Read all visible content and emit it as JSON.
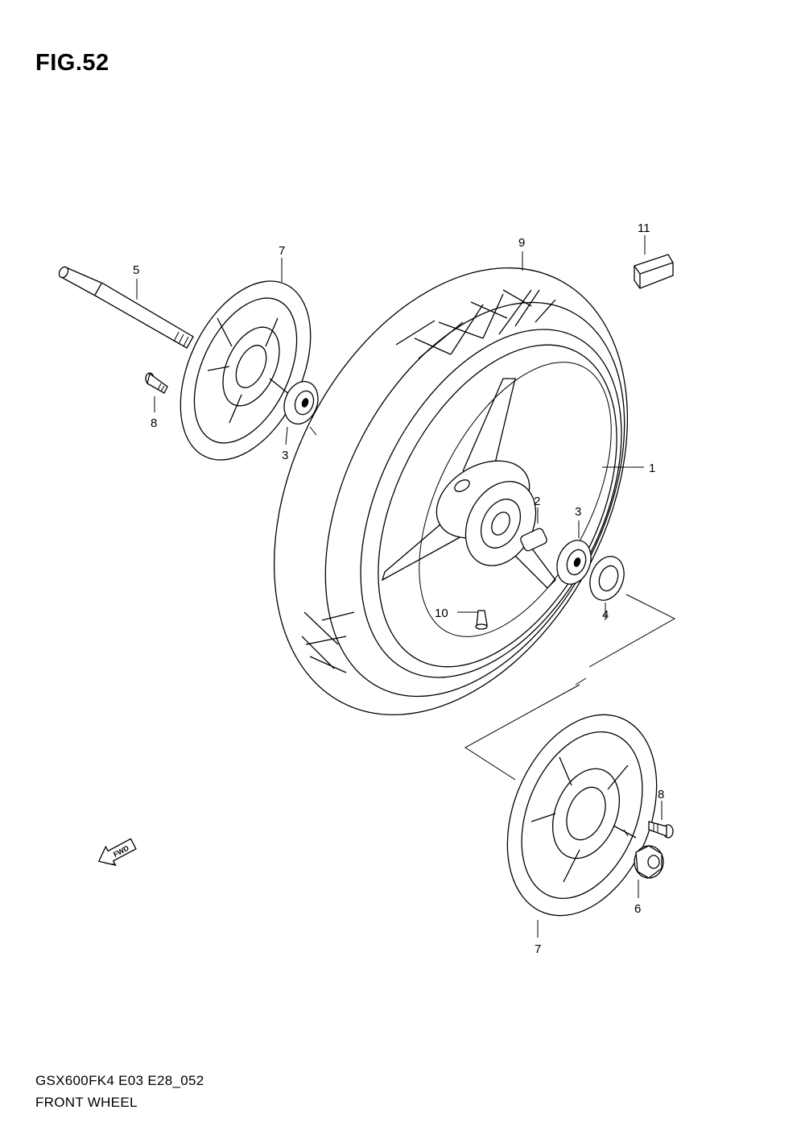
{
  "header": {
    "figure": "FIG.52"
  },
  "footer": {
    "model": "GSX600FK4  E03  E28_052",
    "section": "FRONT WHEEL"
  },
  "fwd_badge": "FWD",
  "callouts": [
    {
      "id": "callout-1",
      "text": "1"
    },
    {
      "id": "callout-2",
      "text": "2"
    },
    {
      "id": "callout-3a",
      "text": "3"
    },
    {
      "id": "callout-3b",
      "text": "3"
    },
    {
      "id": "callout-4",
      "text": "4"
    },
    {
      "id": "callout-5",
      "text": "5"
    },
    {
      "id": "callout-6",
      "text": "6"
    },
    {
      "id": "callout-7a",
      "text": "7"
    },
    {
      "id": "callout-7b",
      "text": "7"
    },
    {
      "id": "callout-8a",
      "text": "8"
    },
    {
      "id": "callout-8b",
      "text": "8"
    },
    {
      "id": "callout-9",
      "text": "9"
    },
    {
      "id": "callout-10",
      "text": "10"
    },
    {
      "id": "callout-11",
      "text": "11"
    }
  ],
  "icons": [
    "fwd-arrow-icon"
  ]
}
